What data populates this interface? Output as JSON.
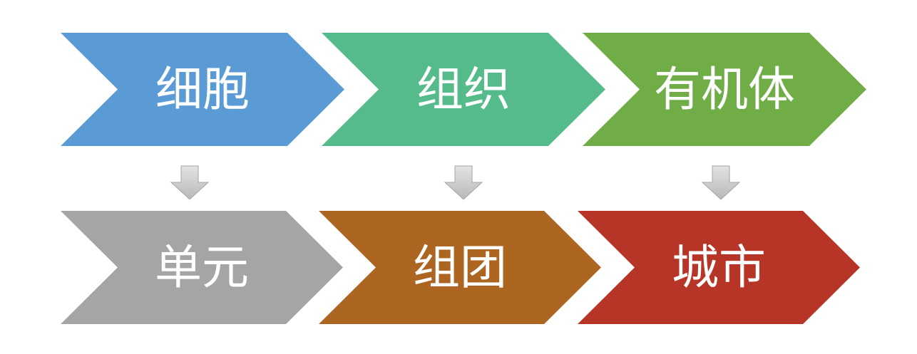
{
  "top_row": [
    {
      "label": "细胞",
      "color": "#5B9BD5"
    },
    {
      "label": "组织",
      "color": "#56BB8A"
    },
    {
      "label": "有机体",
      "color": "#70AD47"
    }
  ],
  "bottom_row": [
    {
      "label": "单元",
      "color": "#A5A5A5"
    },
    {
      "label": "组团",
      "color": "#AD6522"
    },
    {
      "label": "城市",
      "color": "#B63526"
    }
  ],
  "connector_color": "#BFBFBF",
  "connector_stroke": "#A6A6A6"
}
